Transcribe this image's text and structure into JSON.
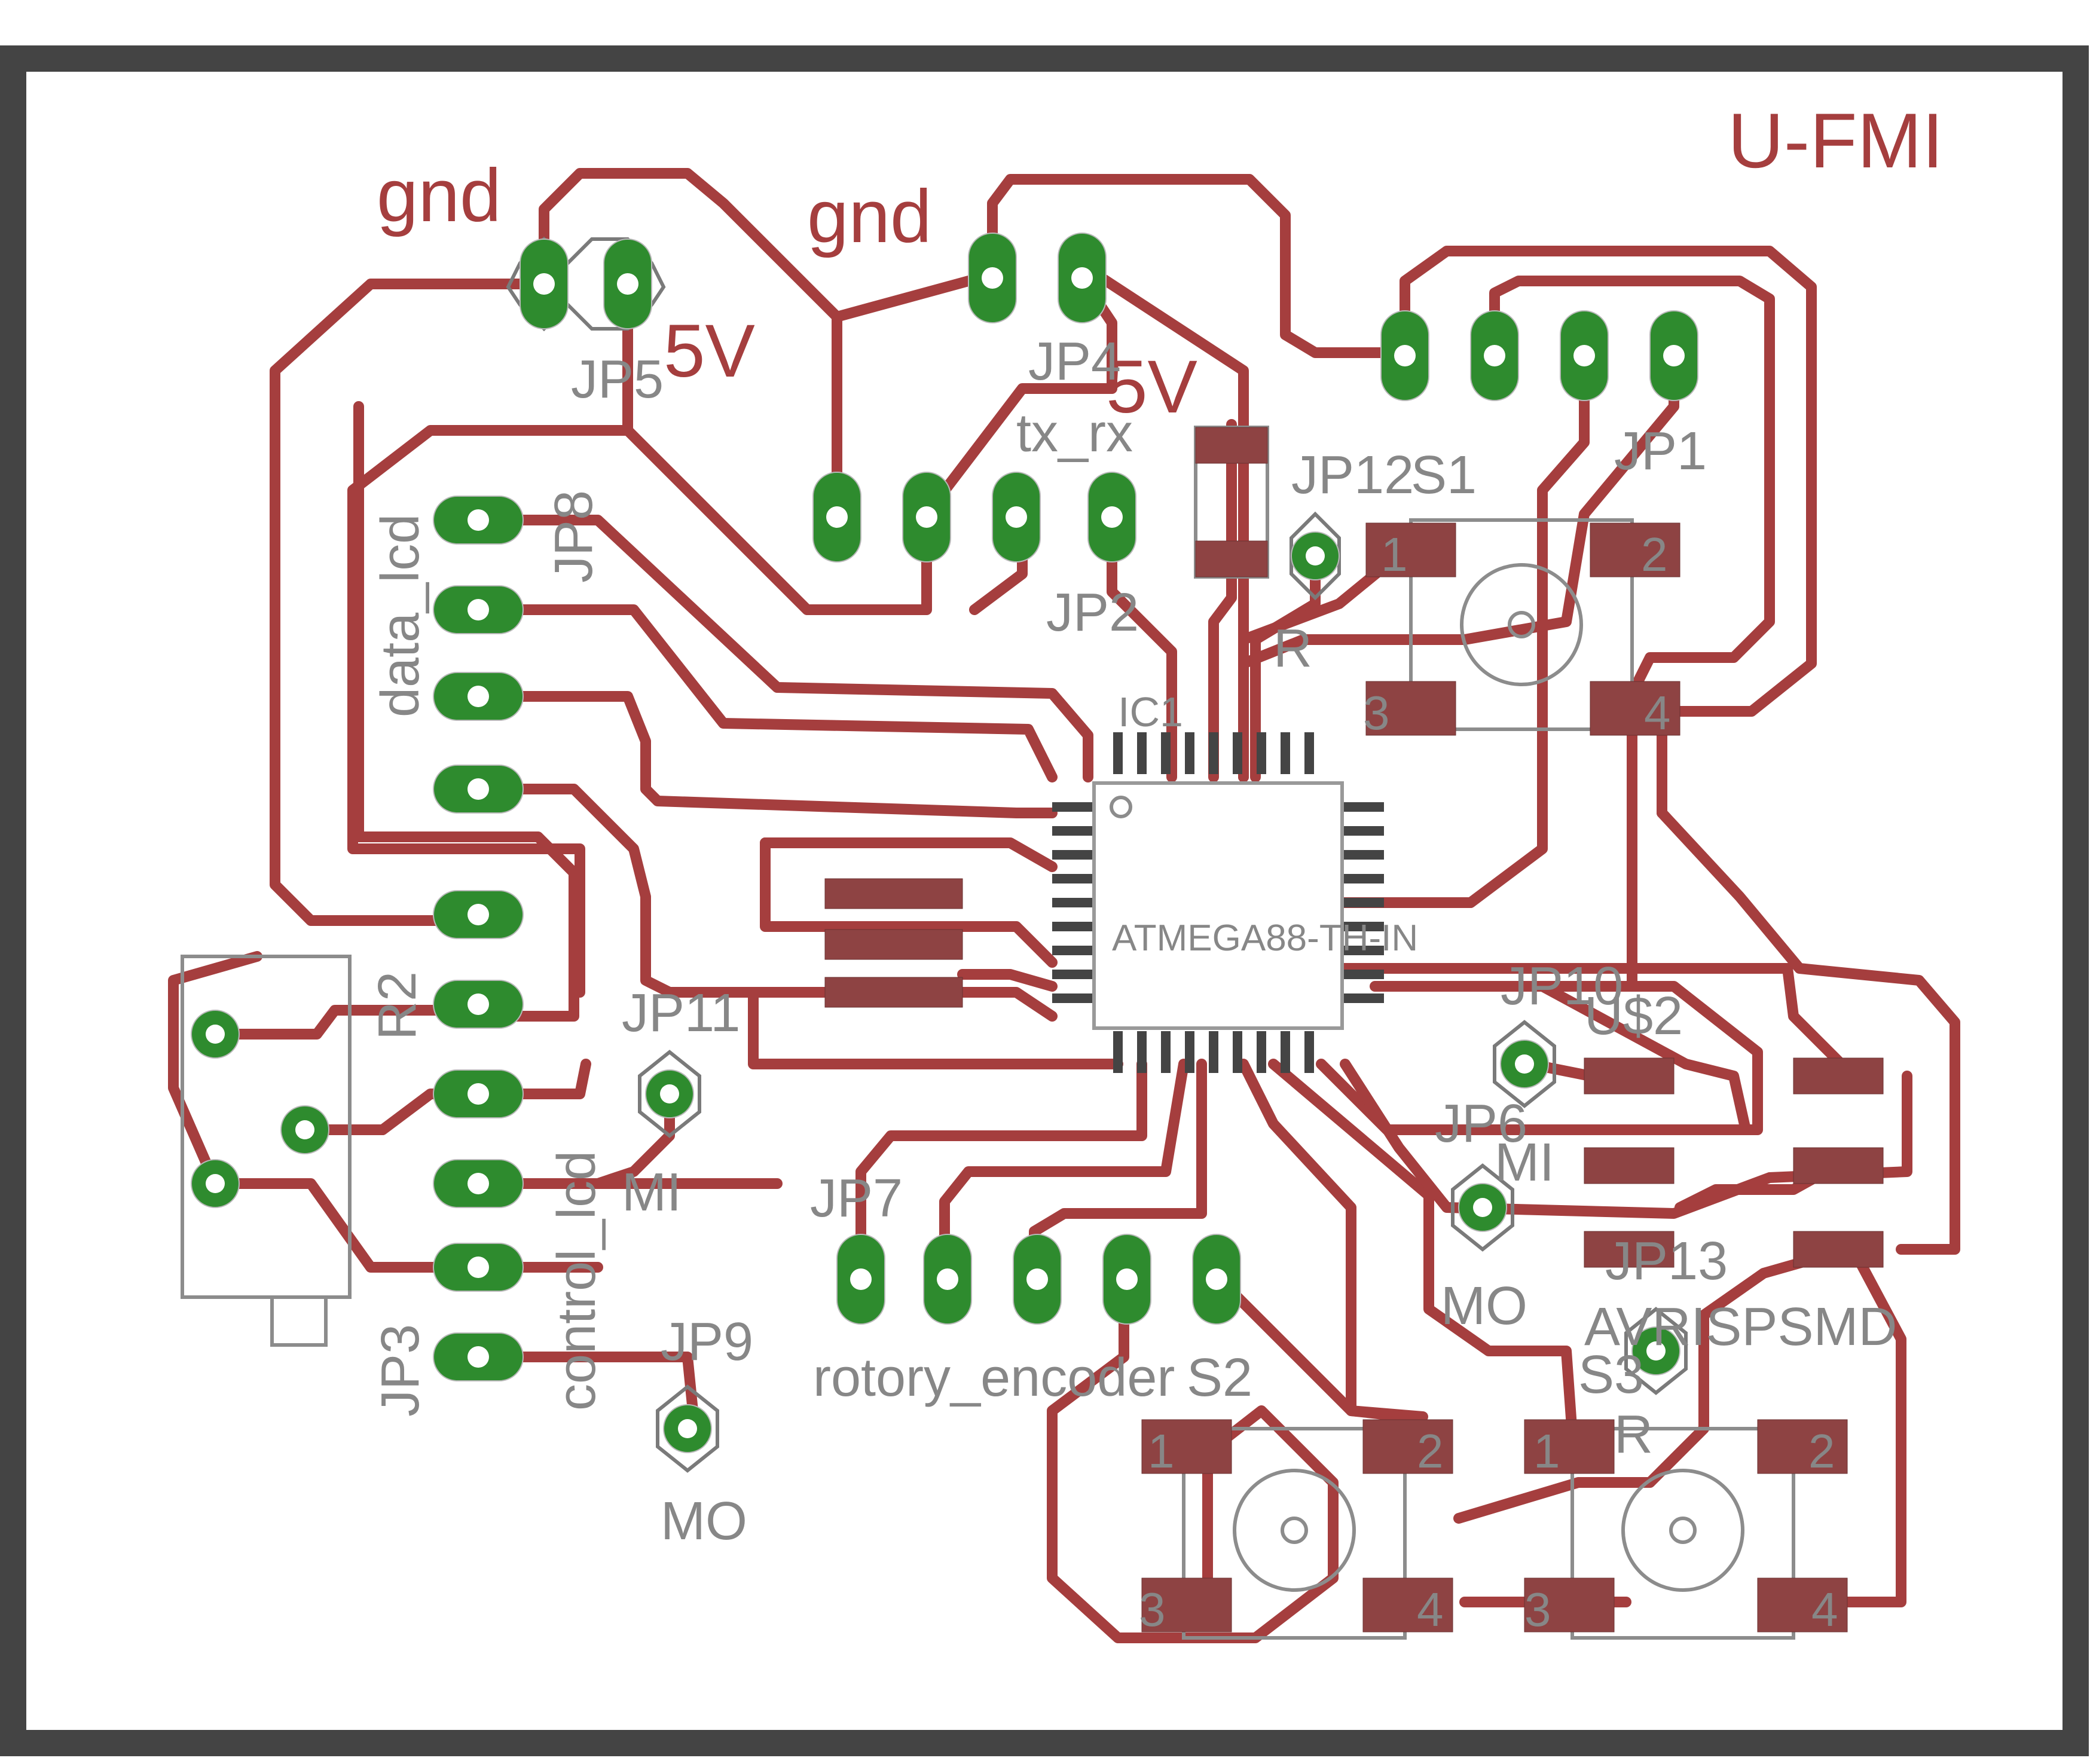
{
  "board": {
    "title": "U-FMI",
    "colors": {
      "trace": "#A53E3E",
      "pad": "#2E8B2E",
      "silkscreen": "#878787",
      "outline": "#444444",
      "smd_pad": "#8E4343"
    }
  },
  "labels": {
    "gnd_left": "gnd",
    "gnd_right": "gnd",
    "v5_left": "5V",
    "v5_right": "5V",
    "jp5": "JP5",
    "jp4": "JP4",
    "jp8": "JP8",
    "data_lcd": "data_lcd",
    "tx_rx": "tx_rx",
    "jp2": "JP2",
    "jp12": "JP12",
    "s1": "S1",
    "jp1": "JP1",
    "r_jp12": "R",
    "ic1": "IC1",
    "atmega": "ATMEGA88-TH-IN",
    "r2": "R2",
    "jp11": "JP11",
    "mi_jp11": "MI",
    "control_lcd": "control_lcd",
    "jp3": "JP3",
    "jp9": "JP9",
    "mo_jp9": "MO",
    "jp7": "JP7",
    "rotory_encoder": "rotory_encoder",
    "s2": "S2",
    "jp10": "JP10",
    "u2": "U$2",
    "jp6": "JP6",
    "mi_jp6": "MI",
    "mo_jp6": "MO",
    "jp13": "JP13",
    "avrispsmd": "AVRISPSMD",
    "s3": "S3",
    "r_jp13": "R",
    "sw_pin1": "1",
    "sw_pin2": "2",
    "sw_pin3": "3",
    "sw_pin4": "4"
  },
  "icons": {
    "pad": "through-hole-pad",
    "smd": "smd-pad",
    "chip": "tqfp-chip",
    "button": "tactile-switch",
    "potentiometer": "trimmer-potentiometer"
  }
}
